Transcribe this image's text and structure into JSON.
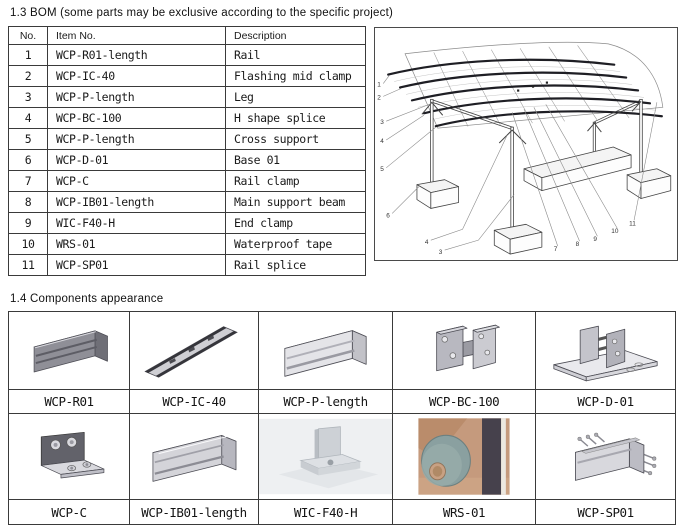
{
  "bom": {
    "section_title": "1.3 BOM (some parts may be exclusive according to the specific project)",
    "columns": [
      "No.",
      "Item No.",
      "Description"
    ],
    "rows": [
      {
        "no": "1",
        "item": "WCP-R01-length",
        "desc": "Rail"
      },
      {
        "no": "2",
        "item": "WCP-IC-40",
        "desc": "Flashing mid clamp"
      },
      {
        "no": "3",
        "item": "WCP-P-length",
        "desc": "Leg"
      },
      {
        "no": "4",
        "item": "WCP-BC-100",
        "desc": "H shape splice"
      },
      {
        "no": "5",
        "item": "WCP-P-length",
        "desc": "Cross support"
      },
      {
        "no": "6",
        "item": "WCP-D-01",
        "desc": "Base 01"
      },
      {
        "no": "7",
        "item": "WCP-C",
        "desc": "Rail clamp"
      },
      {
        "no": "8",
        "item": "WCP-IB01-length",
        "desc": "Main support beam"
      },
      {
        "no": "9",
        "item": "WIC-F40-H",
        "desc": "End clamp"
      },
      {
        "no": "10",
        "item": "WRS-01",
        "desc": "Waterproof tape"
      },
      {
        "no": "11",
        "item": "WCP-SP01",
        "desc": "Rail splice"
      }
    ]
  },
  "diagram": {
    "description": "Isometric line drawing of carport mounting structure with numbered part callouts",
    "callouts": [
      "1",
      "2",
      "3",
      "4",
      "5",
      "6",
      "7",
      "8",
      "9",
      "10",
      "11"
    ]
  },
  "components": {
    "section_title": "1.4 Components appearance",
    "items": [
      {
        "label": "WCP-R01",
        "icon": "rail-profile-3d"
      },
      {
        "label": "WCP-IC-40",
        "icon": "flashing-mid-clamp-3d"
      },
      {
        "label": "WCP-P-length",
        "icon": "leg-profile-3d"
      },
      {
        "label": "WCP-BC-100",
        "icon": "h-shape-splice-3d"
      },
      {
        "label": "WCP-D-01",
        "icon": "base-plate-3d"
      },
      {
        "label": "WCP-C",
        "icon": "rail-clamp-3d"
      },
      {
        "label": "WCP-IB01-length",
        "icon": "main-support-beam-3d"
      },
      {
        "label": "WIC-F40-H",
        "icon": "end-clamp-photo"
      },
      {
        "label": "WRS-01",
        "icon": "waterproof-tape-photo"
      },
      {
        "label": "WCP-SP01",
        "icon": "rail-splice-3d"
      }
    ]
  },
  "colors": {
    "table_border": "#3a3a3a",
    "text": "#1a1a1a",
    "tape_photo_bg": "#c59a7d",
    "tape_roll": "#8aa0a0",
    "tape_strip": "#46414c"
  }
}
